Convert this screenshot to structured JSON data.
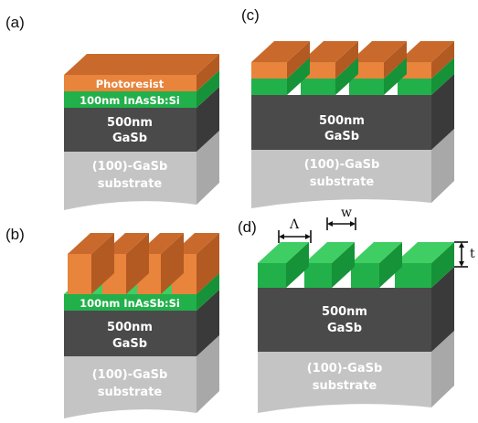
{
  "panels": {
    "a": {
      "label": "(a)",
      "photoresist": "Photoresist",
      "film": "100nm InAsSb:Si",
      "buffer_line1": "500nm",
      "buffer_line2": "GaSb",
      "substrate_line1": "(100)-GaSb",
      "substrate_line2": "substrate"
    },
    "b": {
      "label": "(b)",
      "film": "100nm InAsSb:Si",
      "buffer_line1": "500nm",
      "buffer_line2": "GaSb",
      "substrate_line1": "(100)-GaSb",
      "substrate_line2": "substrate"
    },
    "c": {
      "label": "(c)",
      "buffer_line1": "500nm",
      "buffer_line2": "GaSb",
      "substrate_line1": "(100)-GaSb",
      "substrate_line2": "substrate"
    },
    "d": {
      "label": "(d)",
      "period": "Λ",
      "width": "w",
      "thickness": "t",
      "buffer_line1": "500nm",
      "buffer_line2": "GaSb",
      "substrate_line1": "(100)-GaSb",
      "substrate_line2": "substrate"
    }
  },
  "colors": {
    "photoresist_front": "#e8843c",
    "photoresist_top": "#c96a2c",
    "photoresist_side": "#b35a22",
    "film_front": "#22b04b",
    "film_top": "#3fce63",
    "film_side": "#169238",
    "buffer_front": "#4a4a4a",
    "buffer_side": "#3a3a3a",
    "substrate_front": "#c4c4c4",
    "substrate_side": "#a8a8a8"
  }
}
